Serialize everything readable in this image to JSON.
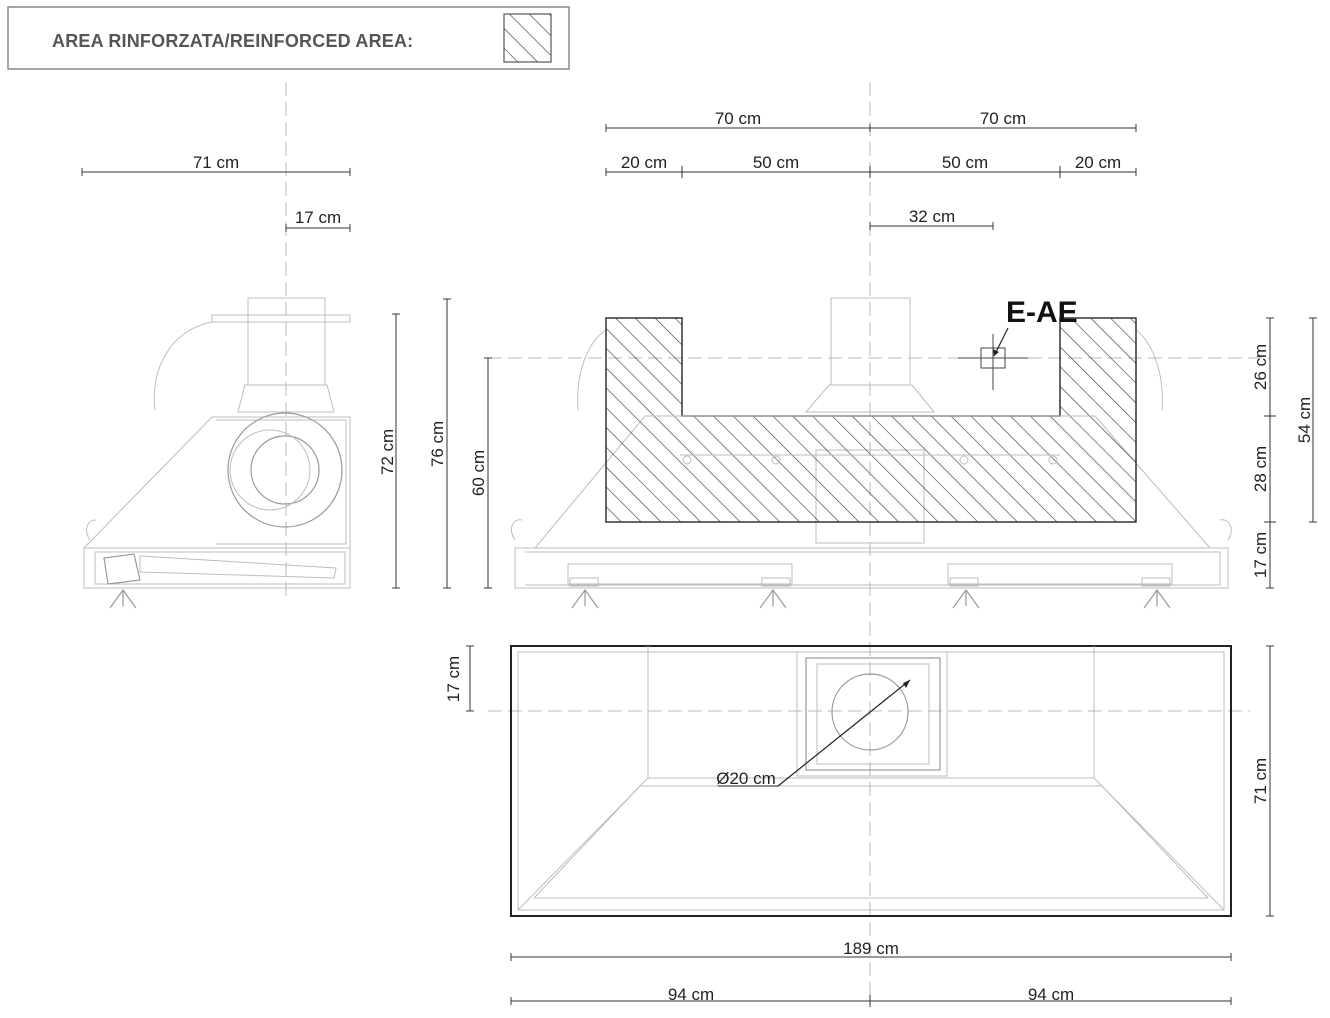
{
  "legend": {
    "label": "AREA RINFORZATA/REINFORCED AREA:",
    "swatch_icon": "hatch-swatch-icon"
  },
  "marker": {
    "label": "E-AE"
  },
  "side_view": {
    "top_width": "71 cm",
    "offset": "17 cm",
    "height_body": "72 cm",
    "height_total": "76 cm"
  },
  "front_view": {
    "left_half": "70 cm",
    "right_half": "70 cm",
    "left_outer": "20 cm",
    "left_inner": "50 cm",
    "right_inner": "50 cm",
    "right_outer": "20 cm",
    "offset": "32 cm",
    "height_left": "60 cm",
    "h_upper": "26 cm",
    "h_middle": "28 cm",
    "h_lower": "17 cm",
    "h_total": "54 cm"
  },
  "top_view": {
    "depth": "71 cm",
    "offset": "17 cm",
    "diameter": "Ø20 cm",
    "total_width": "189 cm",
    "half_left": "94 cm",
    "half_right": "94 cm"
  }
}
